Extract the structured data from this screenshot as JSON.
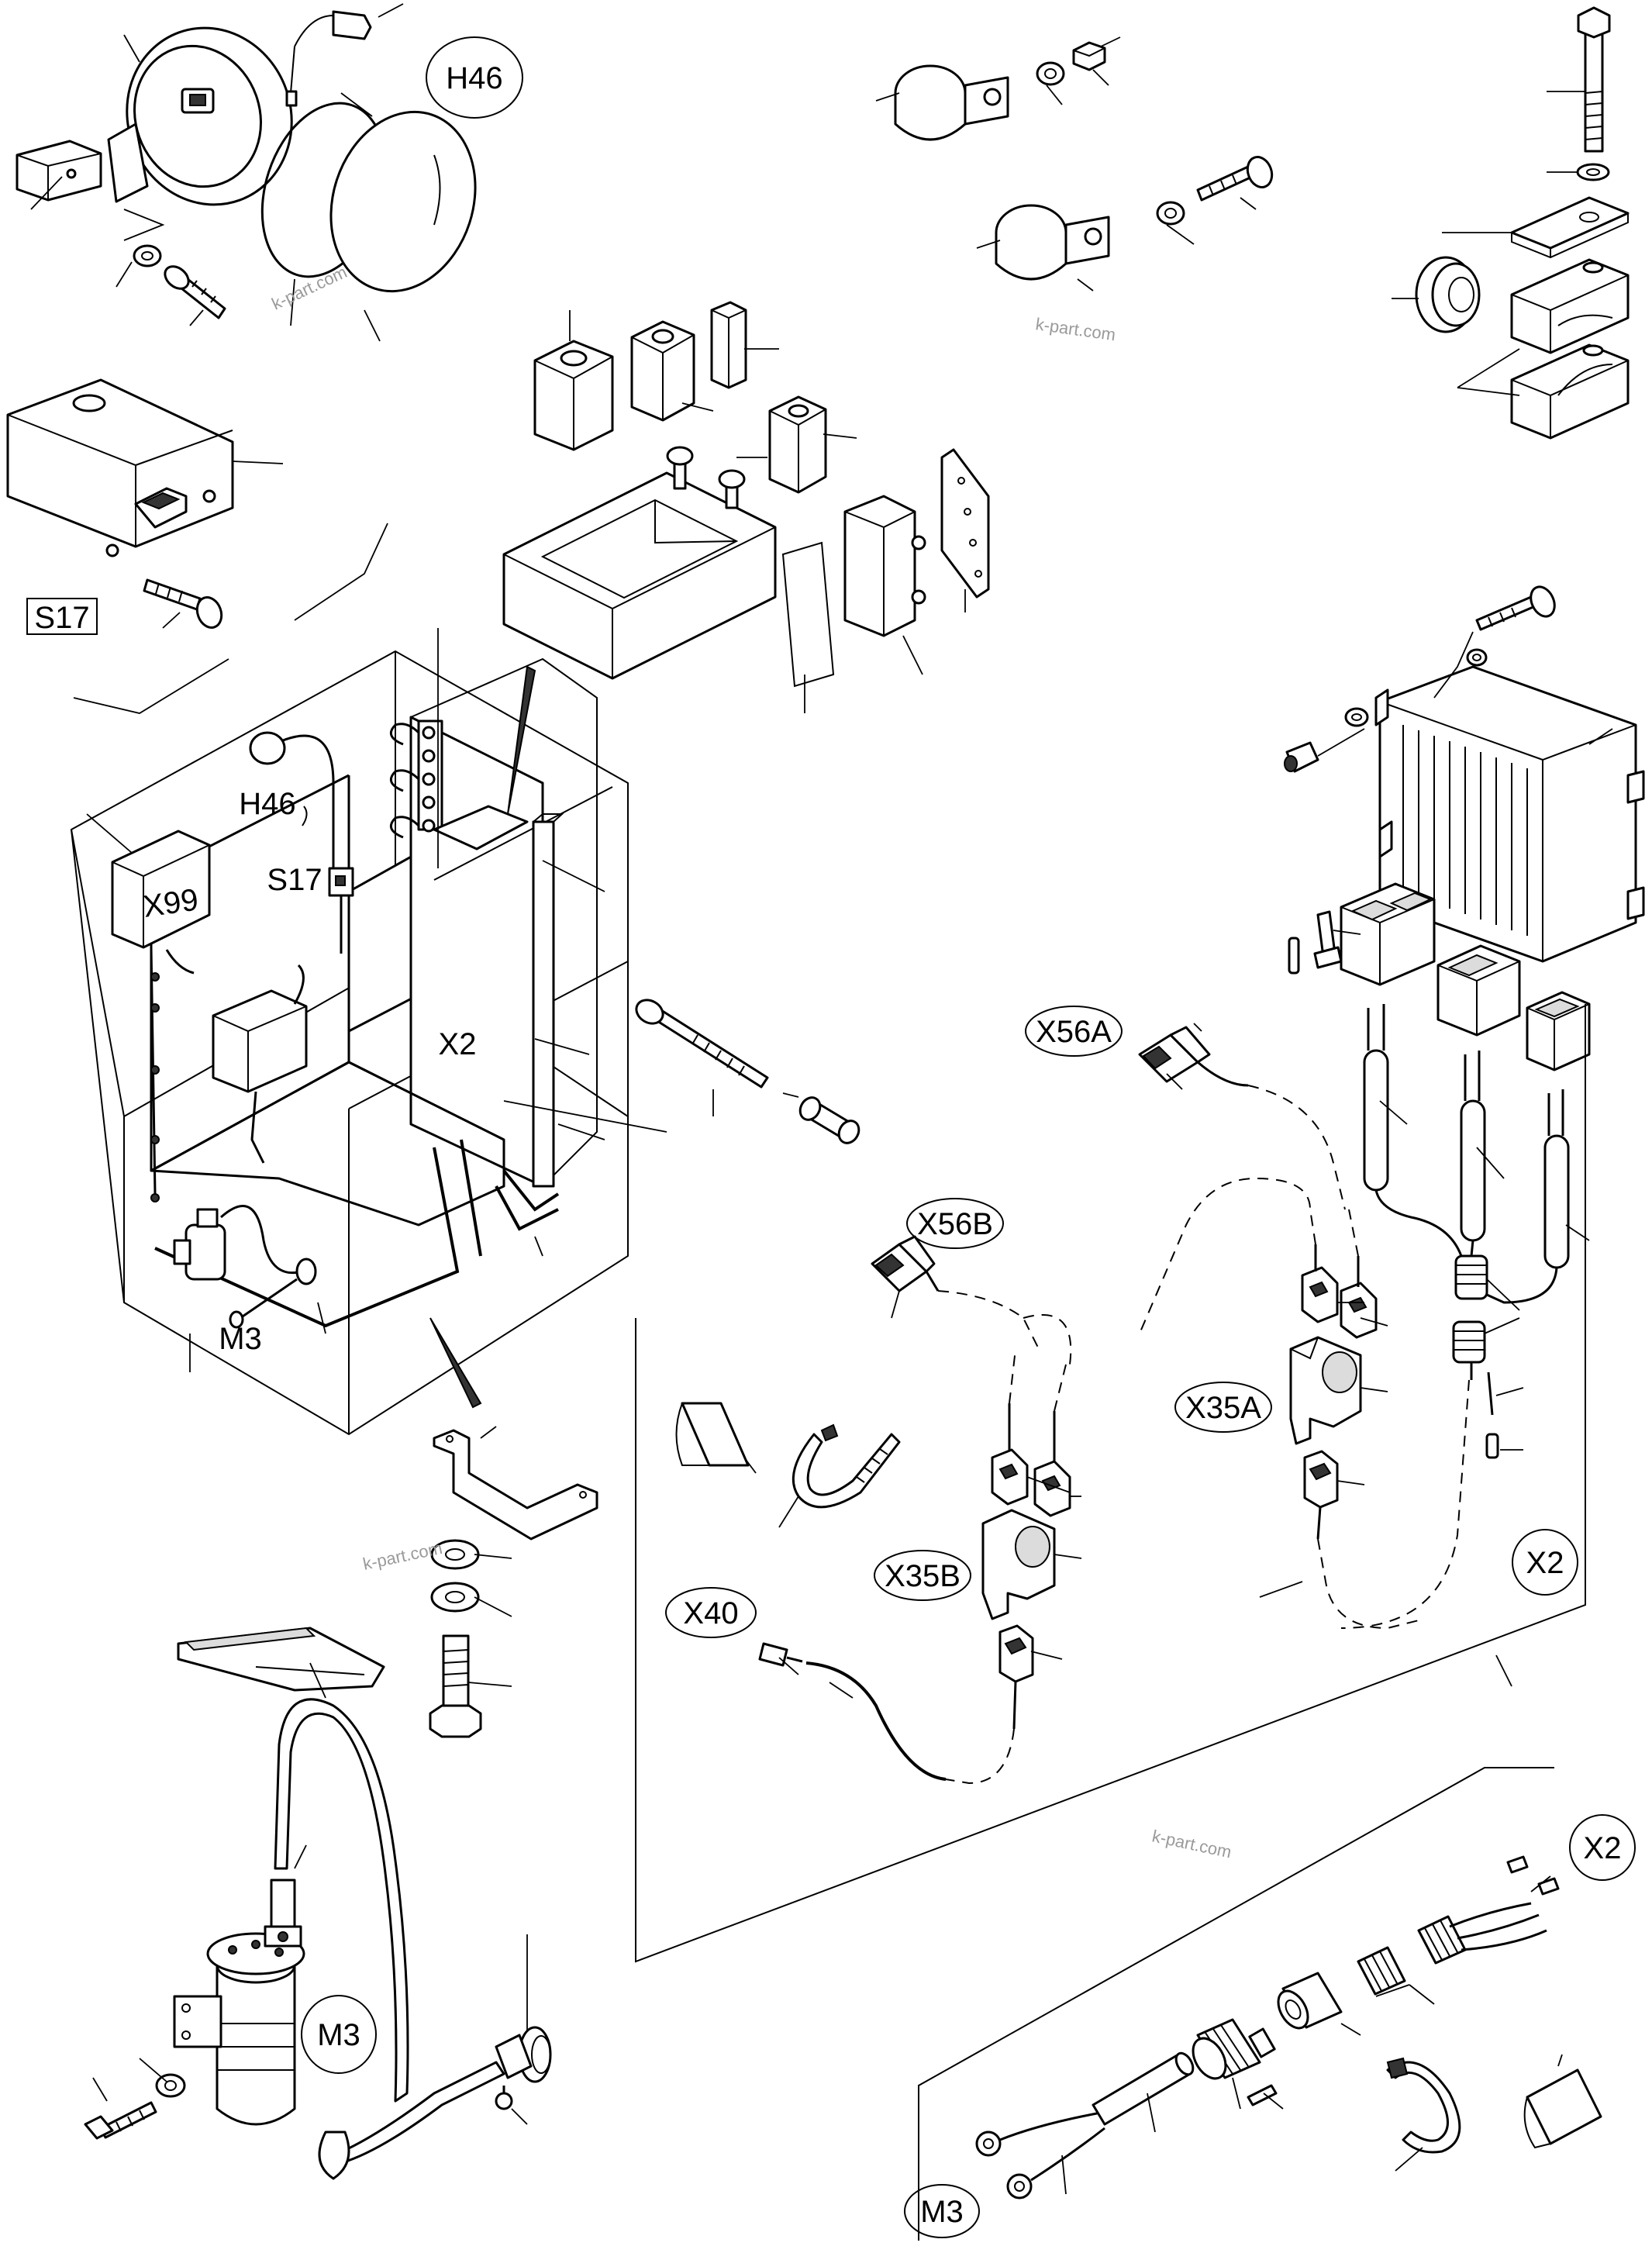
{
  "labels": {
    "h46_top": "H46",
    "s17_top": "S17",
    "h46_main": "H46",
    "s17_main": "S17",
    "x99": "X99",
    "x2_main": "X2",
    "m3_main": "M3",
    "x56a": "X56A",
    "x56b": "X56B",
    "x35a": "X35A",
    "x35b": "X35B",
    "x40": "X40",
    "x2_right": "X2",
    "x2_bottom": "X2",
    "m3_pump": "M3",
    "m3_bottom": "M3"
  },
  "watermark": "k-part.com"
}
